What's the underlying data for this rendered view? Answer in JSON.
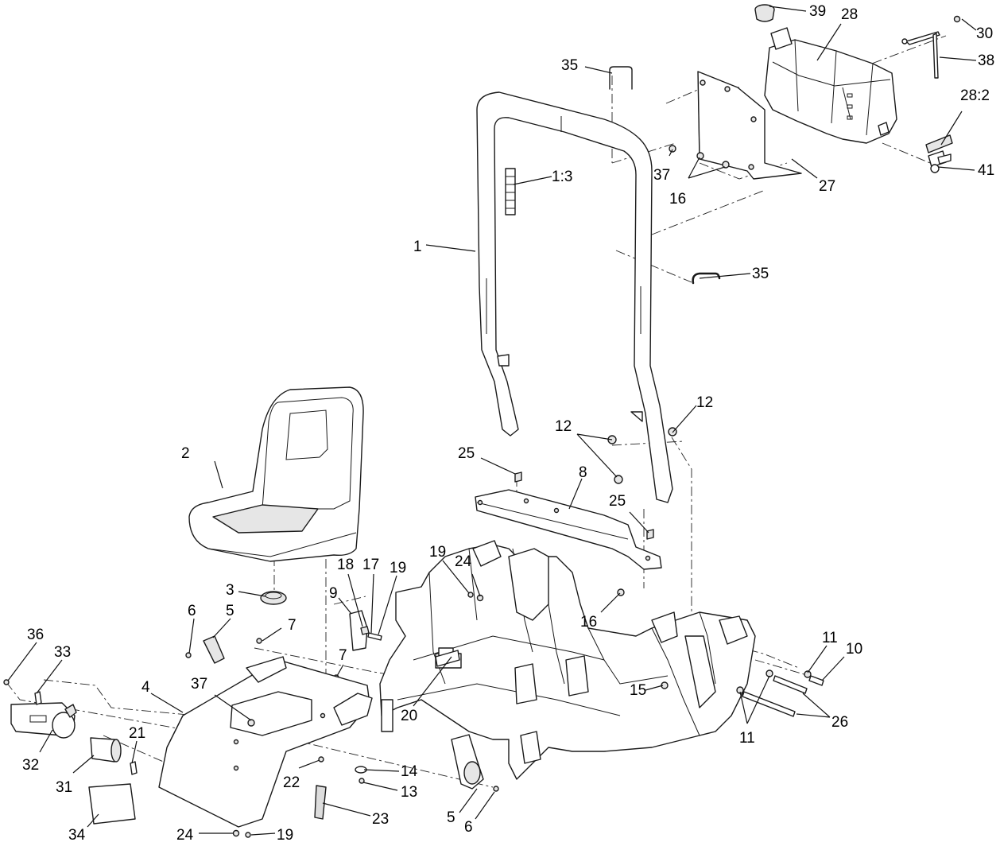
{
  "diagram": {
    "callouts": [
      "39",
      "28",
      "30",
      "38",
      "35",
      "1:3",
      "28:2",
      "41",
      "37",
      "16",
      "27",
      "35",
      "1",
      "12",
      "12",
      "25",
      "8",
      "25",
      "2",
      "24",
      "19",
      "18",
      "17",
      "19",
      "9",
      "3",
      "6",
      "5",
      "7",
      "16",
      "7",
      "36",
      "33",
      "4",
      "37",
      "11",
      "10",
      "26",
      "11",
      "15",
      "20",
      "21",
      "14",
      "22",
      "13",
      "32",
      "31",
      "23",
      "34",
      "24",
      "19",
      "5",
      "6"
    ]
  }
}
